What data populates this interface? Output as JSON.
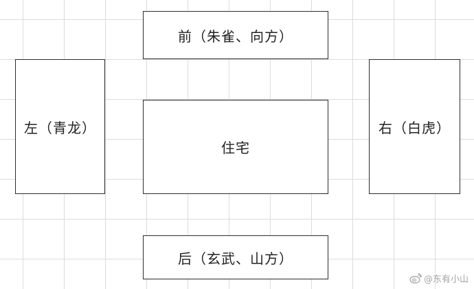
{
  "diagram": {
    "front": "前（朱雀、向方）",
    "left": "左（青龙）",
    "center": "住宅",
    "right": "右（白虎）",
    "back": "后（玄武、山方）"
  },
  "watermark": {
    "icon": "weibo-icon",
    "text": "@东有小山"
  },
  "colors": {
    "border": "#2b2b2b",
    "grid": "#dcdcdc",
    "watermark": "#9a9a9a"
  }
}
